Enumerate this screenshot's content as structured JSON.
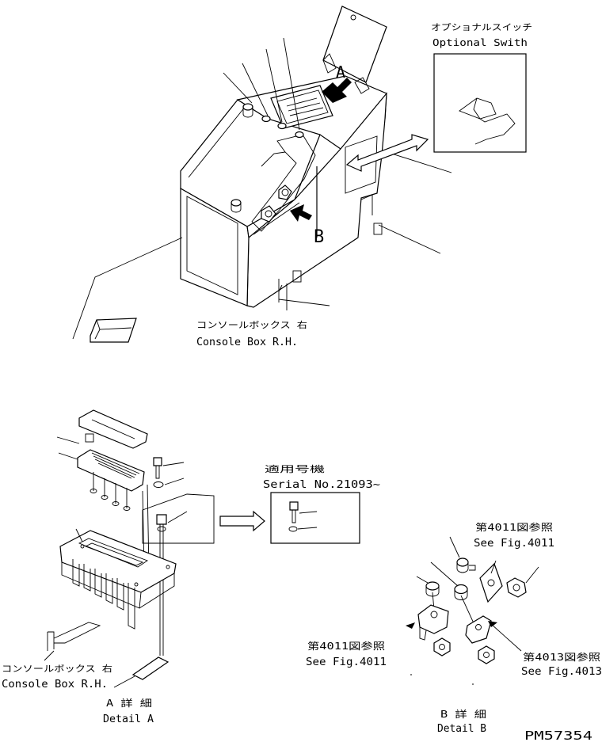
{
  "labels": {
    "optional_switch_jp": "オプショナルスイッチ",
    "optional_switch_en": "Optional Swith",
    "callout_a": "A",
    "callout_b": "B",
    "console_top_jp": "コンソールボックス 右",
    "console_top_en": "Console Box R.H.",
    "serial_jp": "適用号機",
    "serial_en": "Serial No.21093~",
    "console_bottom_jp": "コンソールボックス 右",
    "console_bottom_en": "Console Box R.H.",
    "detail_a_jp": "A 詳 細",
    "detail_a_en": "Detail A",
    "ref4011_top_jp": "第4011図参照",
    "ref4011_top_en": "See Fig.4011",
    "ref4011_left_jp": "第4011図参照",
    "ref4011_left_en": "See Fig.4011",
    "ref4013_jp": "第4013図参照",
    "ref4013_en": "See Fig.4013",
    "detail_b_jp": "B 詳 細",
    "detail_b_en": "Detail B",
    "drawing_number": "PM57354"
  }
}
